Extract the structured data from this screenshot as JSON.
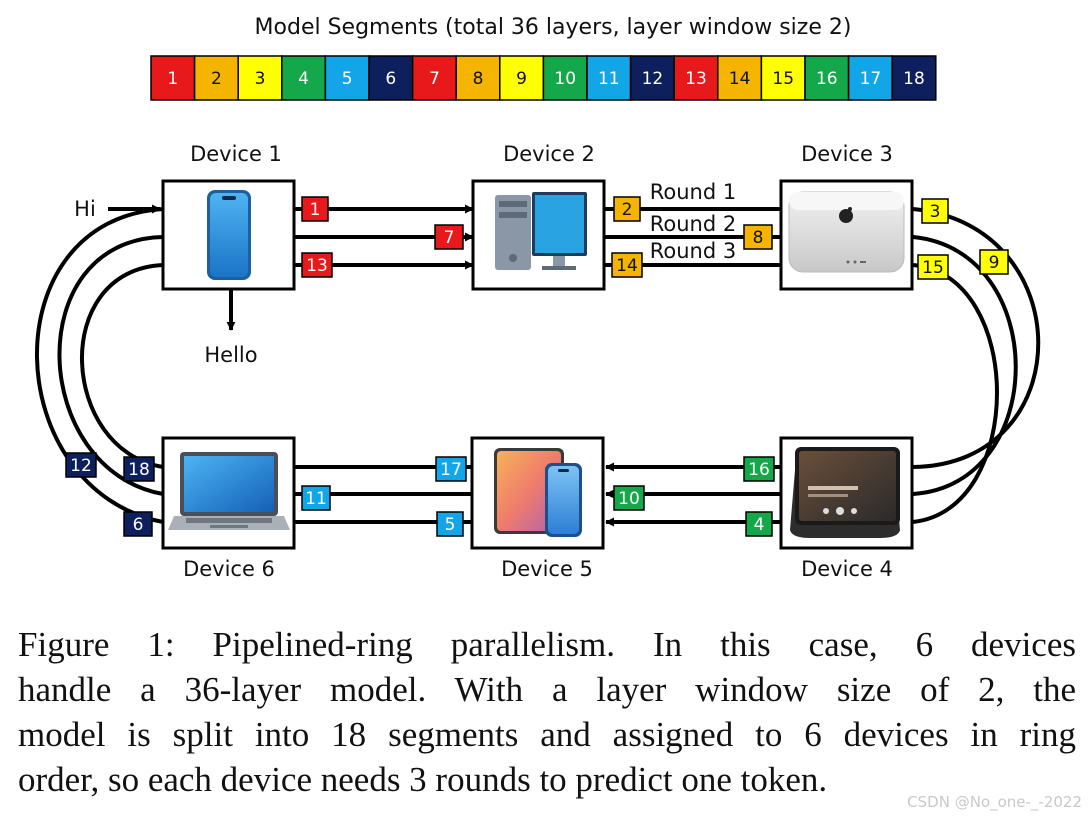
{
  "title": "Model Segments (total 36 layers, layer window size 2)",
  "segments": [
    "1",
    "2",
    "3",
    "4",
    "5",
    "6",
    "7",
    "8",
    "9",
    "10",
    "11",
    "12",
    "13",
    "14",
    "15",
    "16",
    "17",
    "18"
  ],
  "device_colors": {
    "d1": "#e8191a",
    "d2": "#f5b400",
    "d3": "#ffff00",
    "d4": "#14a84a",
    "d5": "#12a6e8",
    "d6": "#0d1f5c"
  },
  "devices": {
    "d1": "Device 1",
    "d2": "Device 2",
    "d3": "Device 3",
    "d4": "Device 4",
    "d5": "Device 5",
    "d6": "Device 6"
  },
  "io": {
    "input": "Hi",
    "output": "Hello"
  },
  "rounds": [
    "Round 1",
    "Round 2",
    "Round 3"
  ],
  "caption": [
    "Figure 1: Pipelined-ring parallelism. In this case, 6 devices",
    "handle a 36-layer model. With a layer window size of 2, the",
    "model is split into 18 segments and assigned to 6 devices in ring",
    "order, so each device needs 3 rounds to predict one token."
  ],
  "watermark": "CSDN @No_one-_-2022",
  "icons": {
    "d1": "smartphone-icon",
    "d2": "desktop-pc-icon",
    "d3": "mac-mini-icon",
    "d4": "smart-display-icon",
    "d5": "tablet-phone-icon",
    "d6": "laptop-icon"
  }
}
